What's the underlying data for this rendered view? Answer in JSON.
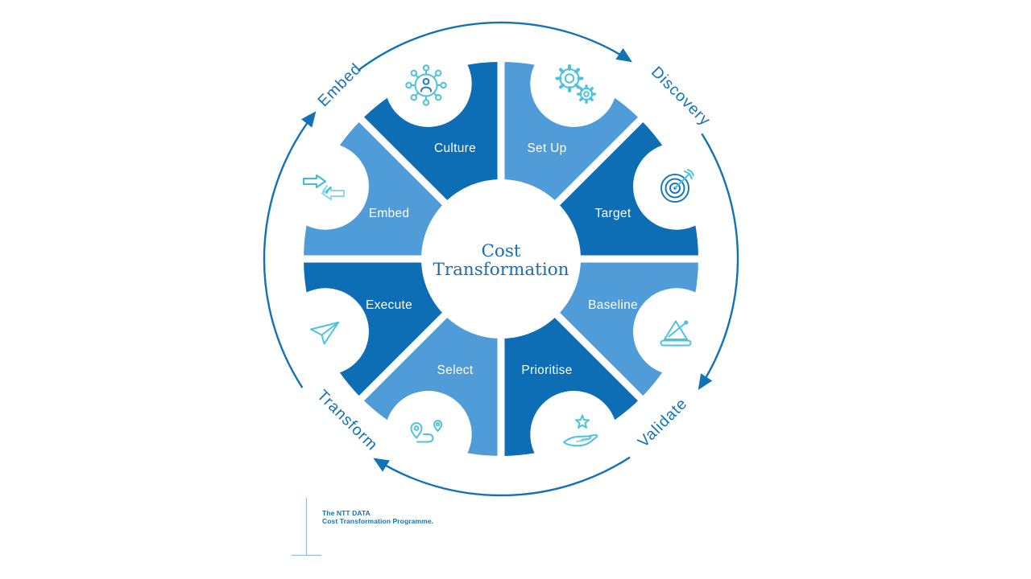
{
  "title": {
    "line1": "Cost",
    "line2": "Transformation"
  },
  "segments": [
    {
      "label": "Culture",
      "icon": "people-network-icon",
      "shade": "dark"
    },
    {
      "label": "Set Up",
      "icon": "gears-icon",
      "shade": "light"
    },
    {
      "label": "Target",
      "icon": "dartboard-icon",
      "shade": "dark"
    },
    {
      "label": "Baseline",
      "icon": "triangle-icon",
      "shade": "light"
    },
    {
      "label": "Prioritise",
      "icon": "hand-star-icon",
      "shade": "dark"
    },
    {
      "label": "Select",
      "icon": "route-pins-icon",
      "shade": "light"
    },
    {
      "label": "Execute",
      "icon": "paper-plane-icon",
      "shade": "dark"
    },
    {
      "label": "Embed",
      "icon": "swap-arrows-icon",
      "shade": "light"
    }
  ],
  "phases": [
    {
      "label": "Embed",
      "position": "top-left"
    },
    {
      "label": "Discovery",
      "position": "top-right"
    },
    {
      "label": "Validate",
      "position": "bottom-right"
    },
    {
      "label": "Transform",
      "position": "bottom-left"
    }
  ],
  "footer": {
    "line1": "The NTT DATA",
    "line2": "Cost Transformation Programme."
  },
  "colors": {
    "segment_dark": "#0d6db5",
    "segment_light": "#4f9cd8",
    "accent_blue": "#1172b8",
    "icon_teal": "#4cc3dc",
    "center_text": "#1a6cb0"
  }
}
